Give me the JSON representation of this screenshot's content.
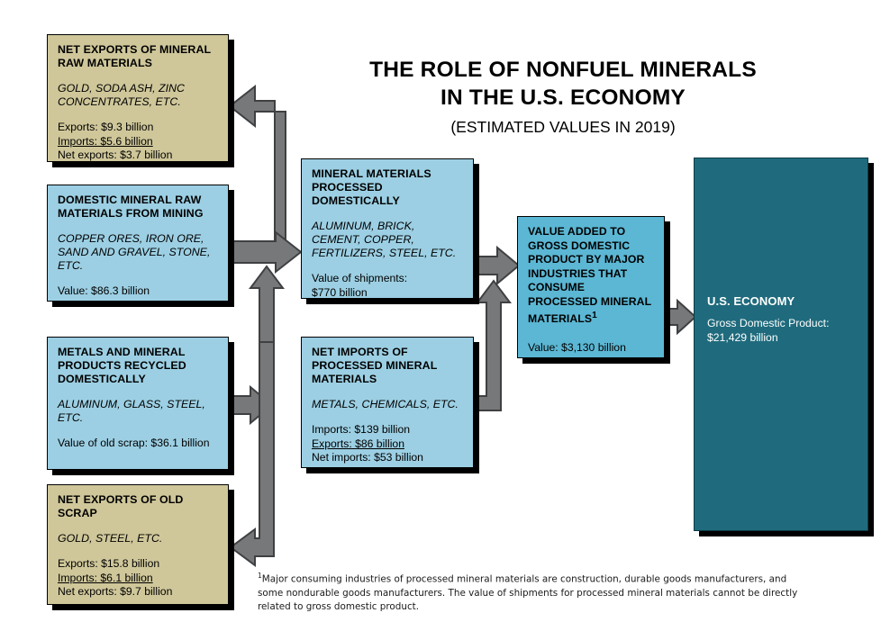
{
  "title": {
    "line1": "THE ROLE OF NONFUEL MINERALS",
    "line2": "IN THE U.S. ECONOMY",
    "line3": "(ESTIMATED VALUES IN 2019)"
  },
  "colors": {
    "tan_box": "#cfc79a",
    "light_blue_box": "#9ccfe3",
    "medium_blue_box": "#5bb7d4",
    "teal_box": "#1f6b7d",
    "arrow_grey": "#76787a",
    "page_background": "#ffffff"
  },
  "boxes": {
    "net_exports_mineral_raw": {
      "title": "NET EXPORTS OF MINERAL RAW MATERIALS",
      "examples": "GOLD, SODA ASH, ZINC CONCENTRATES, ETC.",
      "values": [
        "Exports:  $9.3 billion",
        "Imports:  $5.6 billion",
        "Net exports:  $3.7 billion"
      ],
      "underlined_index": 1,
      "color": "tan"
    },
    "domestic_mineral_raw_materials": {
      "title": "DOMESTIC MINERAL RAW MATERIALS FROM MINING",
      "examples": "COPPER ORES, IRON ORE, SAND AND GRAVEL, STONE, ETC.",
      "values": [
        "Value:  $86.3 billion"
      ],
      "color": "light_blue"
    },
    "metals_recycled": {
      "title": "METALS AND MINERAL PRODUCTS RECYCLED DOMESTICALLY",
      "examples": "ALUMINUM, GLASS, STEEL, ETC.",
      "values": [
        "Value of old scrap:  $36.1 billion"
      ],
      "color": "light_blue"
    },
    "net_exports_old_scrap": {
      "title": "NET EXPORTS OF OLD SCRAP",
      "examples": "GOLD, STEEL, ETC.",
      "values": [
        "Exports:  $15.8 billion",
        "Imports:  $6.1 billion",
        "Net exports:  $9.7 billion"
      ],
      "underlined_index": 1,
      "color": "tan"
    },
    "mineral_materials_processed": {
      "title": "MINERAL MATERIALS PROCESSED DOMESTICALLY",
      "examples": "ALUMINUM, BRICK, CEMENT, COPPER, FERTILIZERS, STEEL, ETC.",
      "values": [
        "Value of shipments:",
        "$770 billion"
      ],
      "color": "light_blue"
    },
    "net_imports_processed": {
      "title": "NET IMPORTS OF PROCESSED MINERAL MATERIALS",
      "examples": "METALS, CHEMICALS, ETC.",
      "values": [
        "Imports:  $139 billion",
        "Exports:  $86 billion",
        "Net imports:  $53 billion"
      ],
      "underlined_index": 1,
      "color": "light_blue"
    },
    "value_added_gdp": {
      "title": "VALUE ADDED TO GROSS DOMESTIC PRODUCT BY MAJOR INDUSTRIES THAT CONSUME PROCESSED MINERAL MATERIALS",
      "title_superscript": "1",
      "values": [
        "Value:  $3,130 billion"
      ],
      "color": "medium_blue"
    },
    "us_economy": {
      "title": "U.S. ECONOMY",
      "values": [
        "Gross Domestic Product:",
        "$21,429 billion"
      ],
      "color": "teal"
    }
  },
  "footnote": {
    "marker": "1",
    "text": "Major consuming industries of processed mineral materials are construction, durable goods manufacturers, and some nondurable goods manufacturers. The value of shipments for processed mineral materials cannot be directly related to gross domestic product."
  },
  "arrows": [
    {
      "name": "raw-materials-to-processing",
      "from": "domestic_mineral_raw_materials",
      "to": "mineral_materials_processed",
      "direction": "right"
    },
    {
      "name": "processing-to-net-exports-mineral",
      "from": "mineral_materials_processed",
      "to": "net_exports_mineral_raw",
      "direction": "up-left"
    },
    {
      "name": "recycled-to-processing",
      "from": "metals_recycled",
      "to": "mineral_materials_processed",
      "direction": "right-up"
    },
    {
      "name": "recycled-to-net-exports-scrap",
      "from": "metals_recycled",
      "to": "net_exports_old_scrap",
      "direction": "down-left"
    },
    {
      "name": "processing-to-value-added",
      "from": "mineral_materials_processed",
      "to": "value_added_gdp",
      "direction": "right"
    },
    {
      "name": "net-imports-to-value-added",
      "from": "net_imports_processed",
      "to": "value_added_gdp",
      "direction": "up-right"
    },
    {
      "name": "value-added-to-us-economy",
      "from": "value_added_gdp",
      "to": "us_economy",
      "direction": "right"
    }
  ]
}
